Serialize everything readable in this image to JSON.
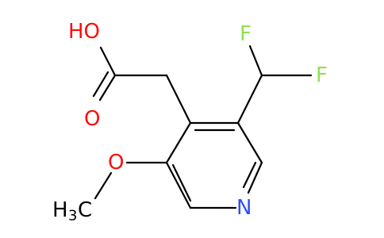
{
  "molecule": {
    "labels": {
      "hydroxyl": "HO",
      "carbonyl_oxygen": "O",
      "fluorine_upper": "F",
      "fluorine_right": "F",
      "methoxy_oxygen": "O",
      "methyl_h": "H",
      "methyl_subscript": "3",
      "methyl_c": "C",
      "ring_nitrogen": "N"
    },
    "colors": {
      "oxygen": "#ff0d0d",
      "fluorine": "#90e050",
      "nitrogen": "#3050f8",
      "bond": "#000000",
      "carbon_label": "#000000"
    }
  }
}
